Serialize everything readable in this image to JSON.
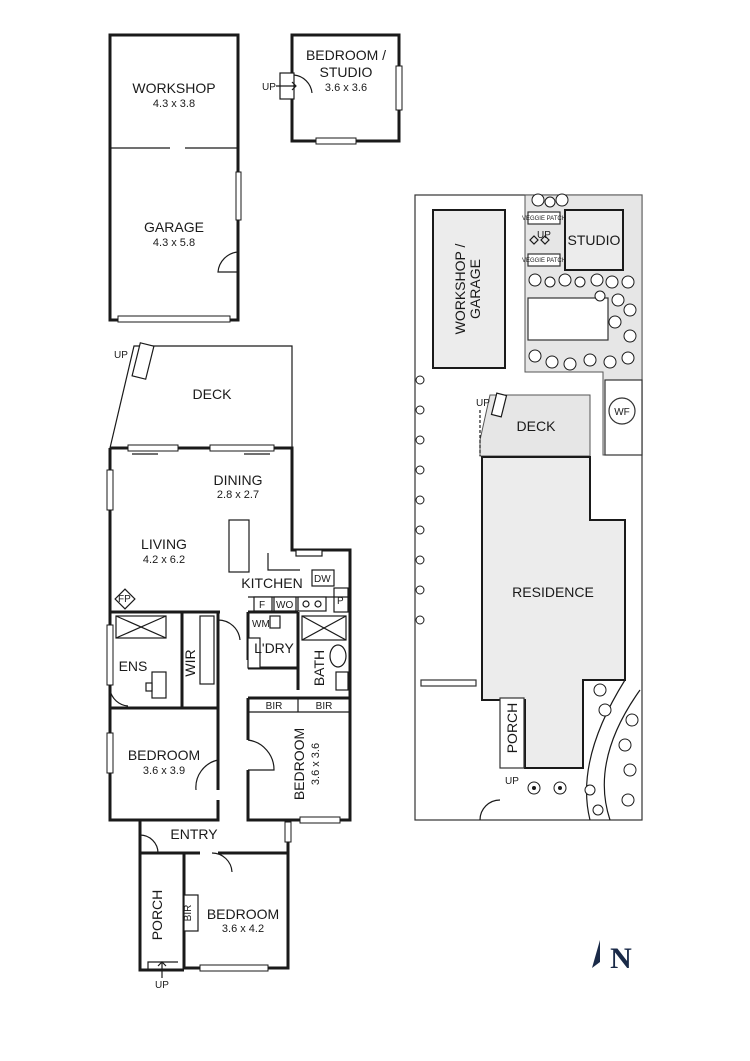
{
  "floor_plan": {
    "outbuildings": {
      "workshop": {
        "name": "WORKSHOP",
        "dims": "4.3 x 3.8"
      },
      "garage": {
        "name": "GARAGE",
        "dims": "4.3 x 5.8"
      },
      "studio": {
        "name_line1": "BEDROOM /",
        "name_line2": "STUDIO",
        "dims": "3.6 x 3.6",
        "up": "UP"
      }
    },
    "deck": {
      "name": "DECK",
      "up": "UP"
    },
    "rooms": {
      "dining": {
        "name": "DINING",
        "dims": "2.8 x 2.7"
      },
      "living": {
        "name": "LIVING",
        "dims": "4.2 x 6.2"
      },
      "fp": "FP",
      "kitchen": {
        "name": "KITCHEN",
        "dw": "DW",
        "f": "F",
        "wo": "WO",
        "p": "P"
      },
      "laundry": {
        "name": "L'DRY",
        "wm": "WM"
      },
      "bath": "BATH",
      "ens": "ENS",
      "wir": "WIR",
      "bir_a": "BIR",
      "bir_b": "BIR",
      "bir_c": "BIR",
      "bedroom1": {
        "name": "BEDROOM",
        "dims": "3.6 x 3.9"
      },
      "bedroom2": {
        "name": "BEDROOM",
        "dims": "3.6 x 3.6"
      },
      "bedroom3": {
        "name": "BEDROOM",
        "dims": "3.6 x 4.2"
      },
      "entry": "ENTRY",
      "porch": {
        "name": "PORCH",
        "up": "UP"
      }
    }
  },
  "site_plan": {
    "workshop_garage_line1": "WORKSHOP /",
    "workshop_garage_line2": "GARAGE",
    "studio": "STUDIO",
    "veggie_patch_top": "VEGGIE PATCH",
    "veggie_patch_bottom": "VEGGIE PATCH",
    "studio_up": "UP",
    "deck_up": "UP",
    "deck": "DECK",
    "wf": "WF",
    "residence": "RESIDENCE",
    "porch": "PORCH",
    "porch_up": "UP"
  },
  "north_arrow": {
    "label": "N"
  }
}
